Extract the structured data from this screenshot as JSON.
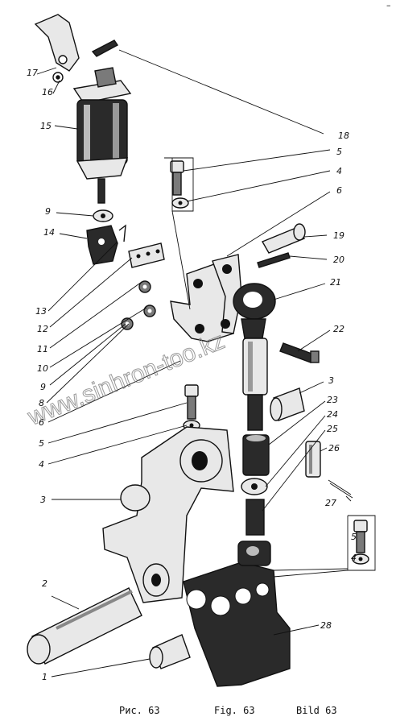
{
  "diagram": {
    "callouts": [
      "17",
      "16",
      "15",
      "9",
      "14",
      "13",
      "12",
      "11",
      "10",
      "9",
      "8",
      "6",
      "5",
      "4",
      "3",
      "2",
      "1",
      "18",
      "5",
      "4",
      "6",
      "19",
      "20",
      "21",
      "22",
      "3",
      "23",
      "24",
      "25",
      "26",
      "27",
      "5",
      "4",
      "28"
    ],
    "watermark": "www.sinhron-too.kz",
    "captions": {
      "ru": "Рис. 63",
      "en": "Fig. 63",
      "de": "Bild 63"
    },
    "corner_mark": "–"
  }
}
